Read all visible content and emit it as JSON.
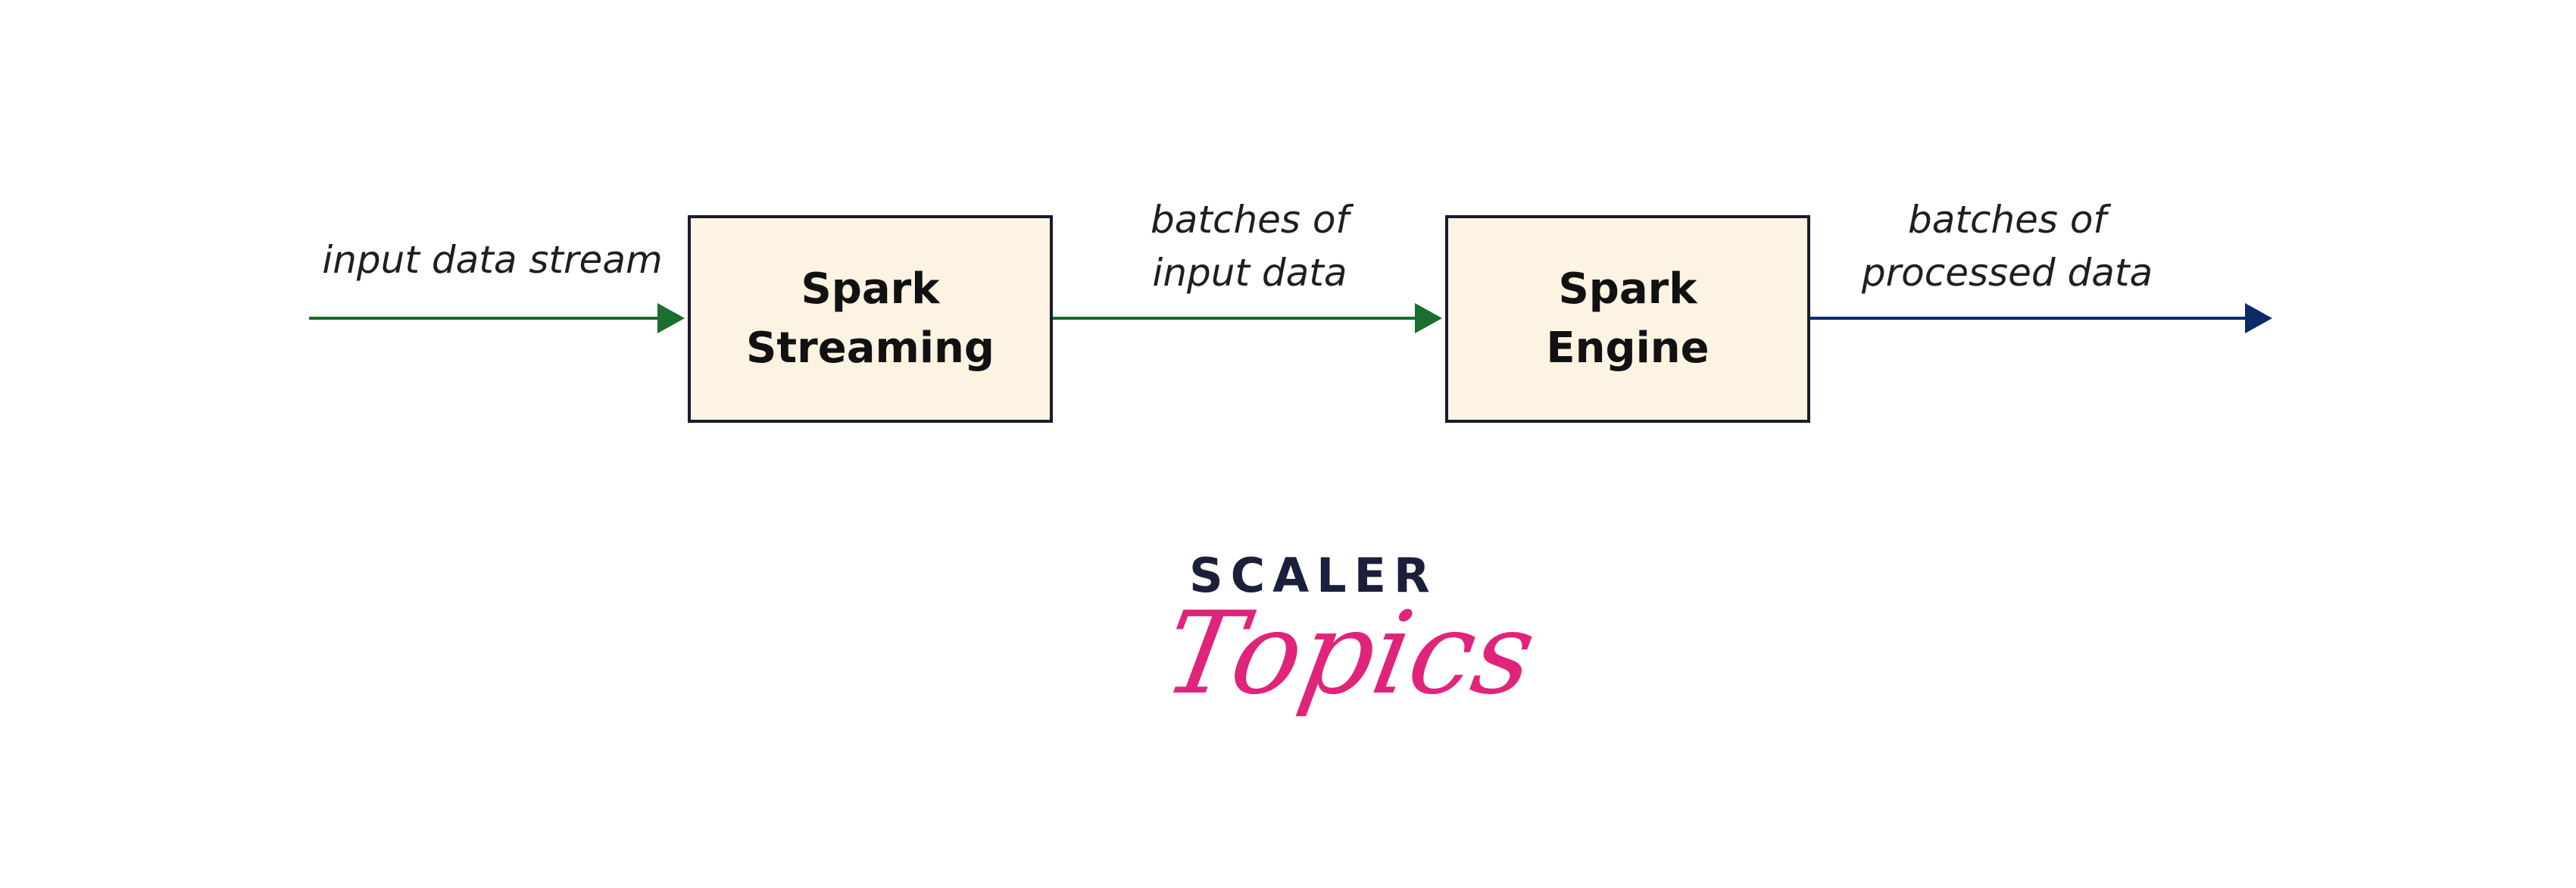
{
  "flow": {
    "input_label": "input data stream",
    "mid_label_line1": "batches of",
    "mid_label_line2": "input data",
    "out_label_line1": "batches of",
    "out_label_line2": "processed data"
  },
  "boxes": {
    "spark_streaming": {
      "line1": "Spark",
      "line2": "Streaming"
    },
    "spark_engine": {
      "line1": "Spark",
      "line2": "Engine"
    }
  },
  "colors": {
    "green_arrow": "#1a6e2e",
    "navy_arrow": "#0e2a6b",
    "box_fill": "#fdf3e3",
    "box_border": "#1a1a2e",
    "logo_dark": "#1b1f3b",
    "logo_pink": "#e0247a"
  },
  "logo": {
    "top_text": "SCALER",
    "bottom_text": "Topics"
  }
}
